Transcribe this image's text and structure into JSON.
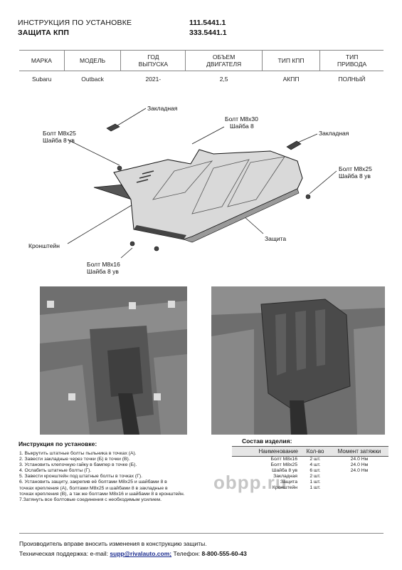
{
  "header": {
    "title_line1": "ИНСТРУКЦИЯ ПО УСТАНОВКЕ",
    "title_line2": "ЗАЩИТА КПП",
    "code1": "111.5441.1",
    "code2": "333.5441.1"
  },
  "spec_table": {
    "headers": [
      "МАРКА",
      "МОДЕЛЬ",
      "ГОД ВЫПУСКА",
      "ОБЪЕМ ДВИГАТЕЛЯ",
      "ТИП КПП",
      "ТИП ПРИВОДА"
    ],
    "headers_display": [
      [
        "МАРКА"
      ],
      [
        "МОДЕЛЬ"
      ],
      [
        "ГОД",
        "ВЫПУСКА"
      ],
      [
        "ОБЪЕМ",
        "ДВИГАТЕЛЯ"
      ],
      [
        "ТИП КПП"
      ],
      [
        "ТИП",
        "ПРИВОДА"
      ]
    ],
    "row": [
      "Subaru",
      "Outback",
      "2021-",
      "2,5",
      "АКПП",
      "ПОЛНЫЙ"
    ]
  },
  "diagram_labels": {
    "zakladnaya_left": "Закладная",
    "bolt_m8x30": "Болт М8х30",
    "washer_8_a": "Шайба 8",
    "zakladnaya_right": "Закладная",
    "bolt_m8x25_left": "Болт М8х25",
    "washer_8uv_left": "Шайба 8 ув",
    "bolt_m8x25_right": "Болт М8х25",
    "washer_8uv_right": "Шайба 8 ув",
    "kronshtein": "Кронштейн",
    "zashchita": "Защита",
    "bolt_m8x16": "Болт М8х16",
    "washer_8uv_bottom": "Шайба 8 ув"
  },
  "instructions": {
    "title": "Инструкция по установке:",
    "steps": [
      "1. Выкрутить штатные болты пыльника в точках (А).",
      "2. Завести закладные через точки (Б) в точки (В).",
      "3. Установить клепочную гайку в бампер в точке (Б).",
      "4. Ослабить штатные болты (Г).",
      "5. Завести кронштейн под штатные болты в точках (Г).",
      "6. Установить защиту, закрепив её болтами М8х25 и шайбами 8 в",
      "точках крепления (А), болтами М8х25 и шайбами 8 в закладные в",
      "точках крепления (В), а так же болтами М8х16 и шайбами 8 в кронштейн.",
      "7.Затянуть все болтовые соединения с необходимым усилием."
    ]
  },
  "composition": {
    "title": "Состав изделия:",
    "headers": [
      "Наименование",
      "Кол-во",
      "Момент затяжки"
    ],
    "rows": [
      {
        "name": "Болт М8х16",
        "qty": "2 шт.",
        "torque": "24.0 Нм"
      },
      {
        "name": "Болт М8х25",
        "qty": "4 шт.",
        "torque": "24.0 Нм"
      },
      {
        "name": "Шайба 8 ув",
        "qty": "6 шт.",
        "torque": "24.0 Нм"
      },
      {
        "name": "Закладная",
        "qty": "2 шт.",
        "torque": ""
      },
      {
        "name": "Защита",
        "qty": "1 шт.",
        "torque": ""
      },
      {
        "name": "Кронштейн",
        "qty": "1 шт.",
        "torque": ""
      }
    ]
  },
  "watermark": "obpp.ru",
  "footer": {
    "note": "Производитель вправе вносить изменения в конструкцию защиты.",
    "support_label": "Техническая поддержка:",
    "email_label": "e-mail:",
    "email": "supp@rivalauto.com;",
    "phone_label": "Телефон:",
    "phone": "8-800-555-60-43"
  }
}
